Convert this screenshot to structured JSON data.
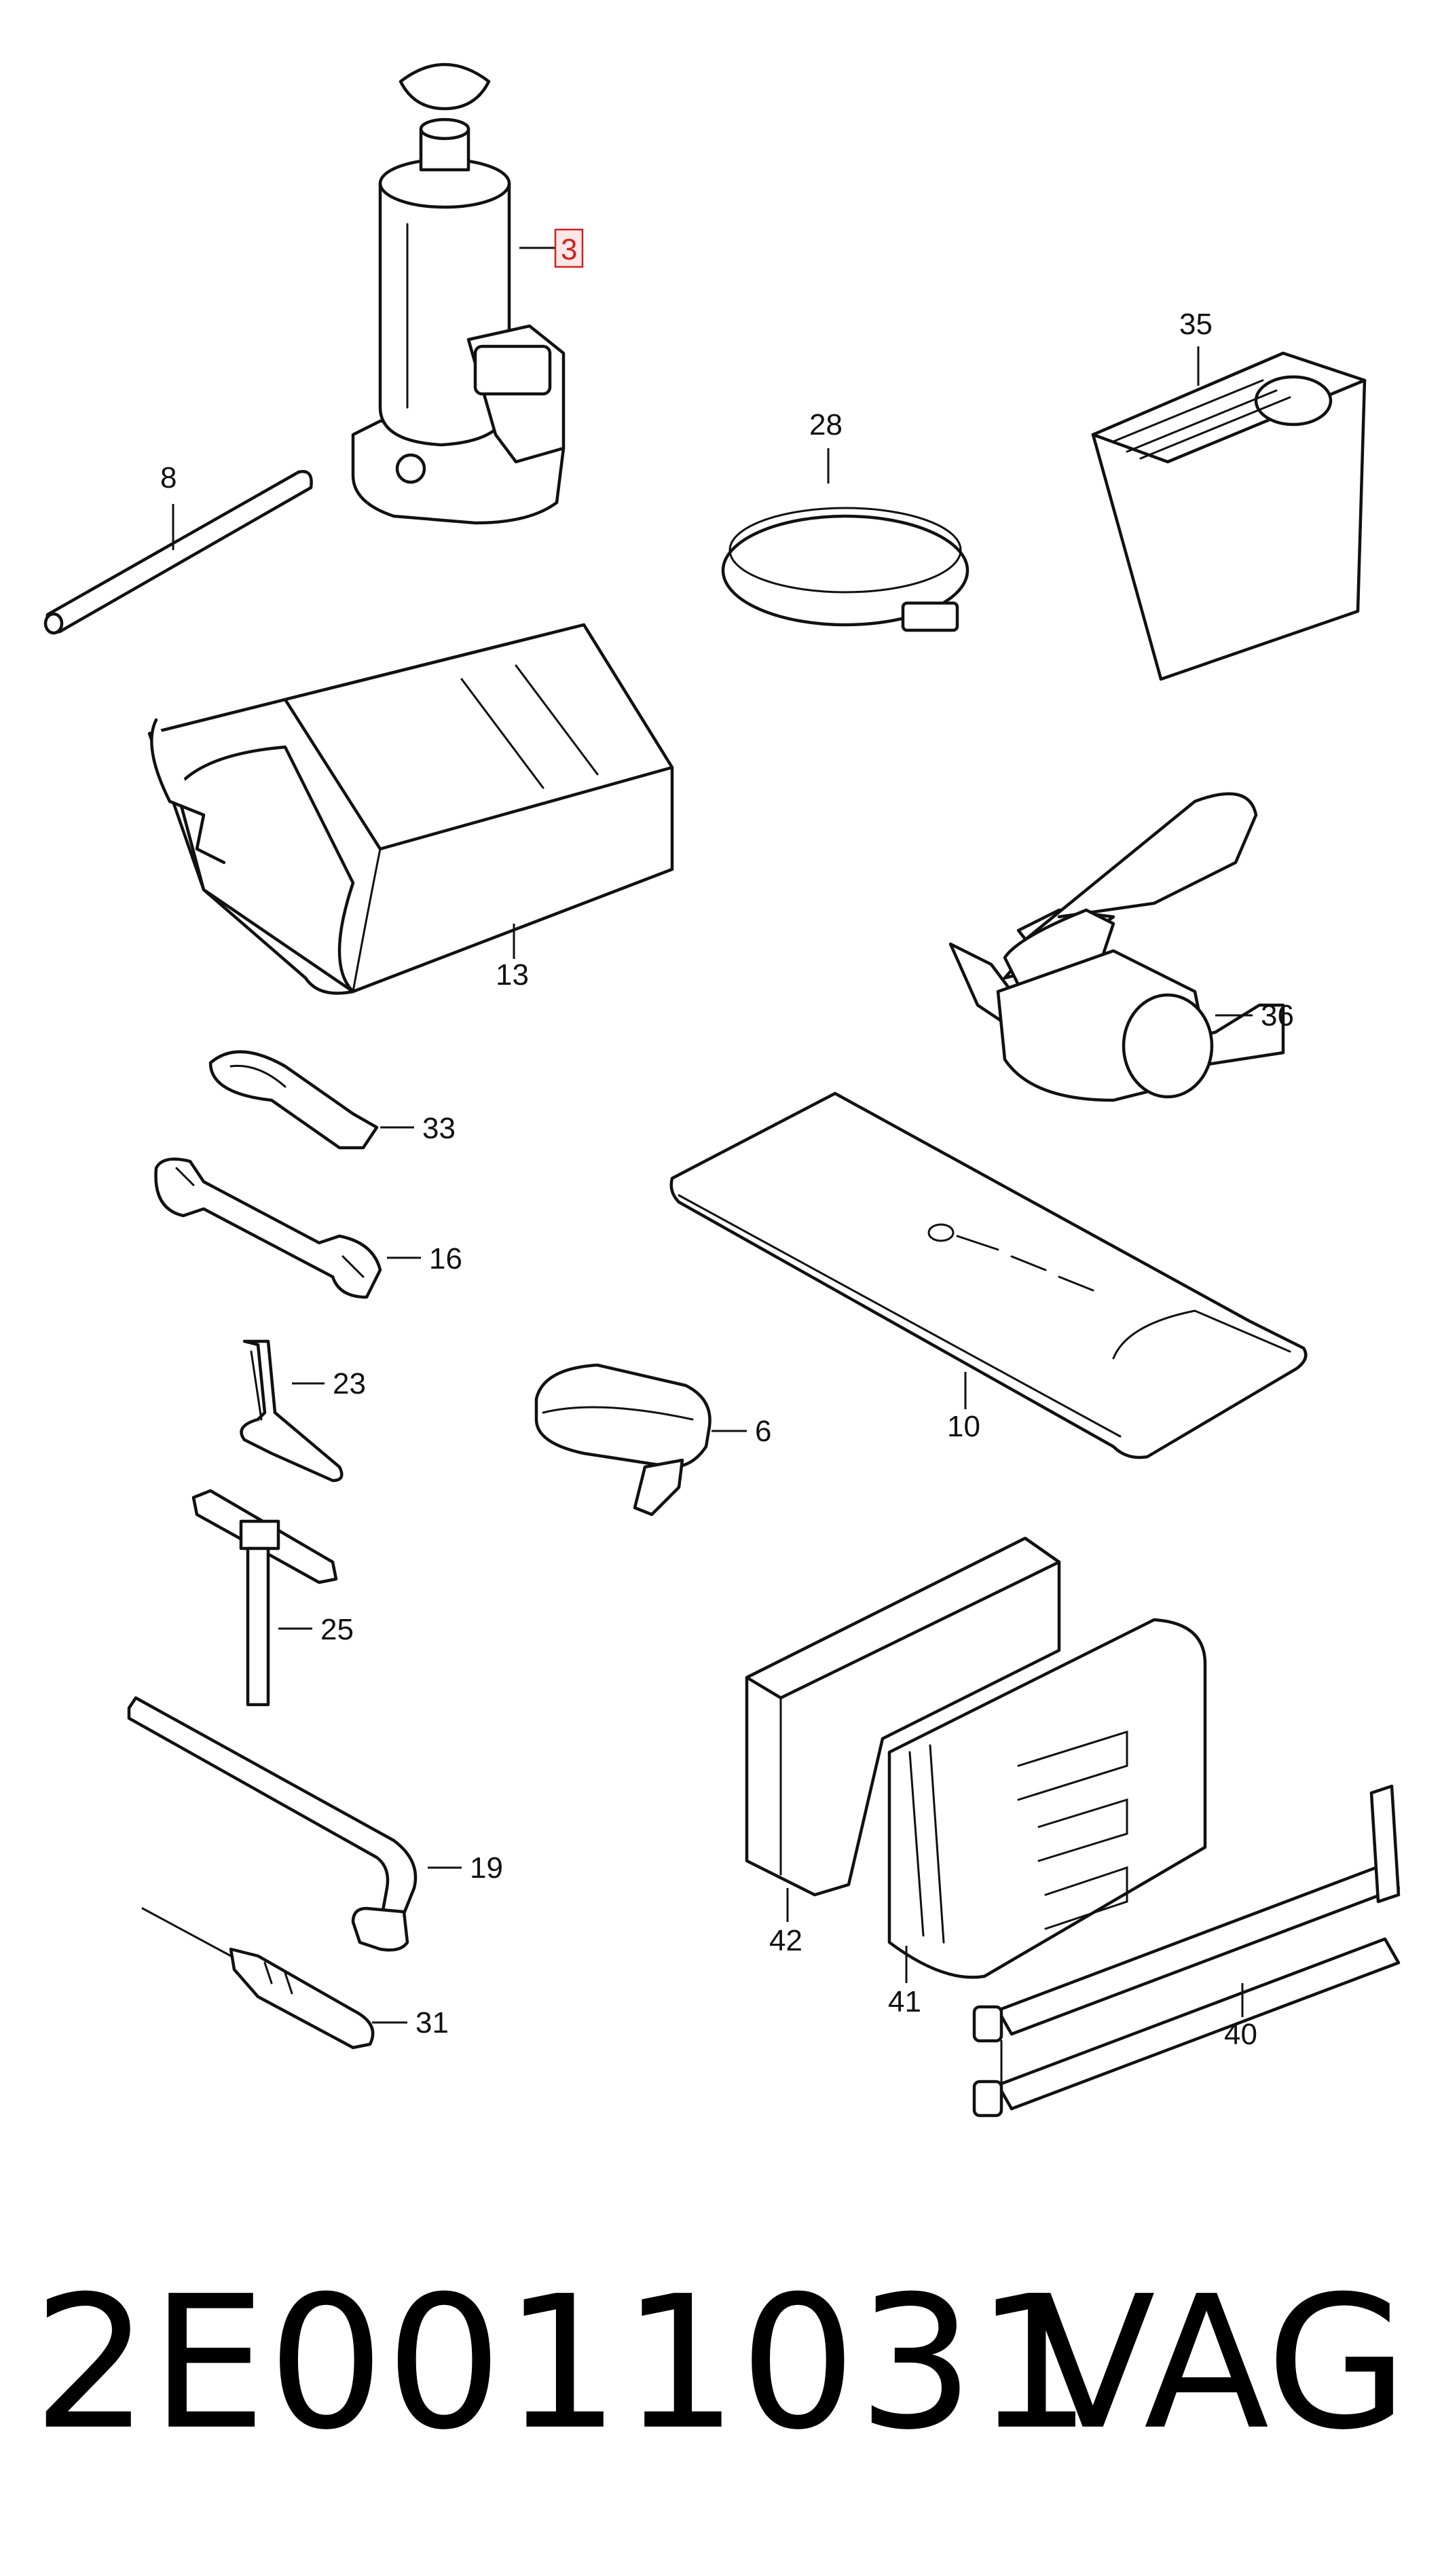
{
  "callouts": {
    "c3": "3",
    "c8": "8",
    "c28": "28",
    "c35": "35",
    "c13": "13",
    "c36": "36",
    "c33": "33",
    "c16": "16",
    "c23": "23",
    "c6": "6",
    "c10": "10",
    "c25": "25",
    "c19": "19",
    "c31": "31",
    "c42": "42",
    "c41": "41",
    "c40": "40"
  },
  "footer": {
    "part_number": "2E0011031",
    "brand": "VAG"
  },
  "highlight_color": "#cc2222"
}
